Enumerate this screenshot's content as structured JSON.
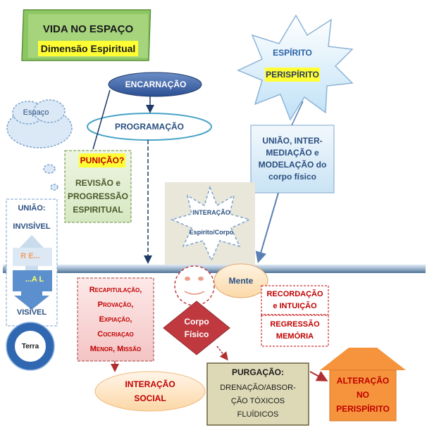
{
  "title_box": {
    "line1": "VIDA NO ESPAÇO",
    "line2": "Dimensão Espiritual"
  },
  "cloud": {
    "label": "Espaço"
  },
  "star_spirit": {
    "line1": "ESPÍRITO",
    "line2": "PERISPÍRITO"
  },
  "encarnacao": "ENCARNAÇÃO",
  "programacao": "PROGRAMAÇÃO",
  "uniao_box": {
    "lines": [
      "UNIÃO, INTER-",
      "MEDIAÇÃO e",
      "MODELAÇÃO do",
      "corpo físico"
    ]
  },
  "punicao_box": {
    "question": "PUNIÇÃO?",
    "lines": [
      "REVISÃO e",
      "PROGRESSÃO",
      "ESPIRITUAL"
    ]
  },
  "interacao_star": {
    "line1": "INTERAÇÃO",
    "line2": "Espírito/Corpo"
  },
  "left_panel": {
    "top": "UNIÃO:",
    "invisivel": "INVISÍVEL",
    "re": "R E...",
    "al": "...A L",
    "visivel": "VISÍVEL"
  },
  "terra": "Terra",
  "recap_box": {
    "lines": [
      "Recapitulação,",
      "Provação,",
      "Expiação,",
      "Cocriaçao",
      "Menor, Missão"
    ]
  },
  "mente": "Mente",
  "recordacao": {
    "line1": "RECORDAÇÃO",
    "line2": "e INTUIÇÃO"
  },
  "regressao": {
    "line1": "REGRESSÃO",
    "line2": "MEMÓRIA"
  },
  "corpo_fisico": {
    "line1": "Corpo",
    "line2": "Físico"
  },
  "interacao_social": {
    "line1": "INTERAÇÃO",
    "line2": "SOCIAL"
  },
  "purgacao": {
    "title": "PURGAÇÃO:",
    "lines": [
      "DRENAÇÃO/ABSOR-",
      "ÇÃO TÓXICOS",
      "FLUÍDICOS"
    ]
  },
  "alteracao": {
    "lines": [
      "ALTERAÇÃO",
      "NO",
      "PERISPÍRITO"
    ]
  },
  "colors": {
    "green_box": "#7ec35a",
    "yellow_highlight": "#ffff33",
    "star_blue": "#cfe8f8",
    "red_text": "#c00000",
    "orange_arrow": "#f5943c",
    "corpo_red": "#c0393f",
    "purgacao_bg": "#ddd9b6"
  }
}
